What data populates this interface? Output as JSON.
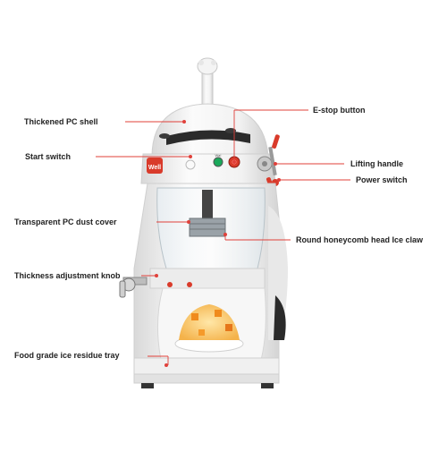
{
  "product": {
    "badge_text": "Well",
    "panel_text": "Wa!"
  },
  "callouts": {
    "thickened_shell": "Thickened PC shell",
    "start_switch": "Start switch",
    "dust_cover": "Transparent PC dust cover",
    "thickness_knob": "Thickness adjustment knob",
    "residue_tray": "Food grade ice residue tray",
    "estop": "E-stop button",
    "lifting_handle": "Lifting handle",
    "power_switch": "Power switch",
    "ice_claw": "Round honeycomb head Ice claw"
  },
  "colors": {
    "callout_line": "#e0403a",
    "callout_dot": "#e0403a",
    "body": "#f1f1f1",
    "accent_red": "#d93b2b"
  }
}
